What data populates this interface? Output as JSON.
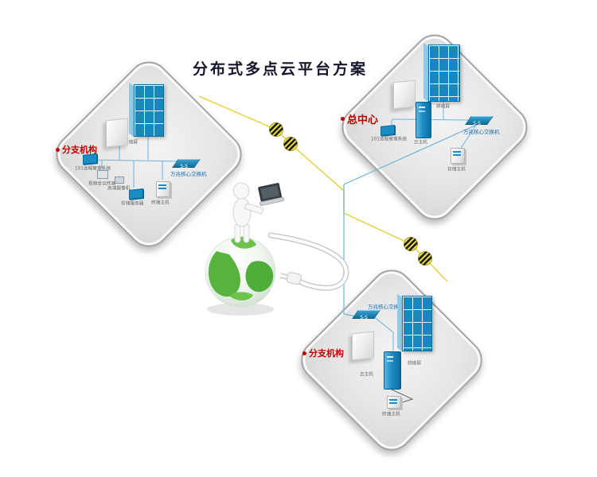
{
  "title": "分布式多点云平台方案",
  "colors": {
    "site_label_red": "#c00000",
    "device_blue": "#1b8cc4",
    "link_yellow": "#e8d44d",
    "link_blue": "#6db3dc",
    "title_dark": "#15152c",
    "panel_gray": "#e7e7e7"
  },
  "icons": {
    "link_coil": "microwave-coil-icon",
    "globe": "earth-globe",
    "person": "figure-with-laptop",
    "laptop": "laptop-icon",
    "plug": "power-plug-icon"
  },
  "sites": [
    {
      "id": "branch-left",
      "label": "分支机构",
      "devices": {
        "wall": "拼接屏",
        "mgmt": "101远程管理系统",
        "conf": "视频会议终端",
        "camera": "高清摄像机",
        "storage": "存储服务器",
        "switch": "万兆核心交换机",
        "switch_face": "S-S",
        "terminal": "终端主机"
      }
    },
    {
      "id": "hq",
      "label": "总中心",
      "devices": {
        "wall": "拼接屏",
        "cloud": "云主机",
        "mgmt": "101远程管理系统",
        "switch": "万兆核心交换机",
        "switch_face": "S-S",
        "storage": "存储主机"
      }
    },
    {
      "id": "branch-bottom",
      "label": "分支机构",
      "devices": {
        "switch": "万兆核心交换机",
        "switch_face": "S-S",
        "wall": "拼接屏",
        "cloud": "云主机",
        "terminal": "终端主机"
      }
    }
  ]
}
